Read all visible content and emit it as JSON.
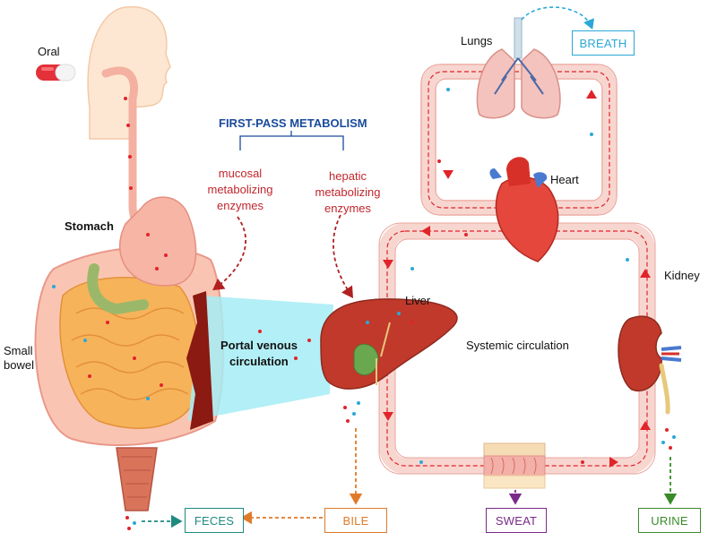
{
  "labels": {
    "oral": "Oral",
    "stomach": "Stomach",
    "small_bowel_1": "Small",
    "small_bowel_2": "bowel",
    "first_pass": "FIRST-PASS METABOLISM",
    "mucosal_1": "mucosal",
    "mucosal_2": "metabolizing",
    "mucosal_3": "enzymes",
    "hepatic_1": "hepatic",
    "hepatic_2": "metabolizing",
    "hepatic_3": "enzymes",
    "portal_1": "Portal venous",
    "portal_2": "circulation",
    "liver": "Liver",
    "lungs": "Lungs",
    "heart": "Heart",
    "kidney": "Kidney",
    "systemic": "Systemic circulation"
  },
  "boxes": {
    "breath": "BREATH",
    "feces": "FECES",
    "bile": "BILE",
    "sweat": "SWEAT",
    "urine": "URINE"
  },
  "colors": {
    "breath": "#2aa8d8",
    "feces": "#1f8a80",
    "bile": "#e07a2a",
    "sweat": "#7a2a8a",
    "urine": "#3a8a2a",
    "title_blue": "#1a4a9a",
    "enzyme_red": "#c0272d",
    "portal_cyan": "#a6ecf5",
    "circulation_fill": "#f8d6d0",
    "circulation_dash": "#e0242a"
  }
}
